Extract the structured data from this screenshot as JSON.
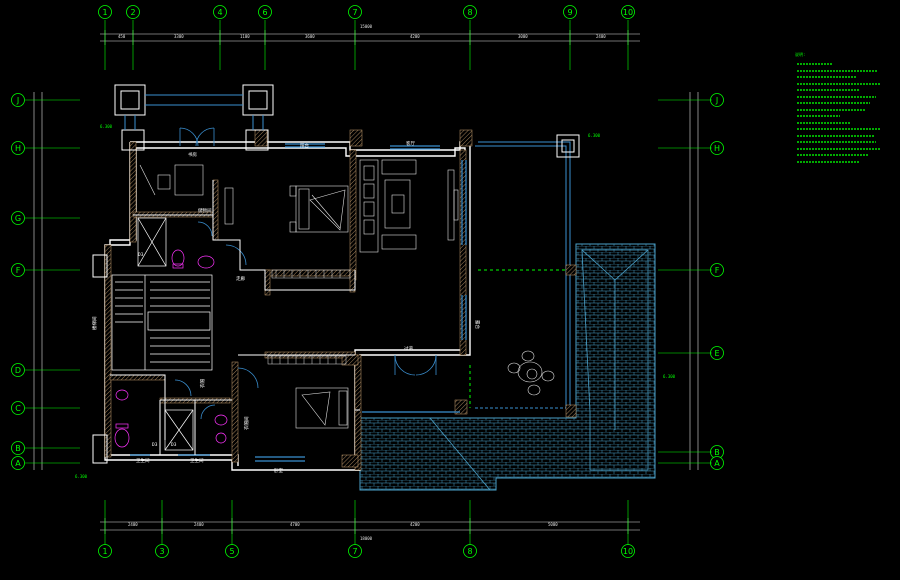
{
  "colors": {
    "background": "#000000",
    "axis": "#00ff00",
    "wall": "#ffffff",
    "hatch": "#c8a070",
    "glass": "#3a8fd0",
    "roof": "#4aa0c8",
    "furniture": "#e0e0e0",
    "fixture_magenta": "#ff33ff",
    "dimension": "#e0e0e0"
  },
  "axes": {
    "top": [
      "1",
      "2",
      "4",
      "6",
      "7",
      "8",
      "9",
      "10"
    ],
    "bottom": [
      "1",
      "3",
      "5",
      "7",
      "8",
      "10"
    ],
    "left": [
      "J",
      "H",
      "G",
      "F",
      "D",
      "C",
      "B",
      "A"
    ],
    "right": [
      "J",
      "H",
      "F",
      "E",
      "B",
      "A"
    ]
  },
  "notes_title": "说明:",
  "labels": {
    "room_stair_a": "D3",
    "room_stair_b": "D3",
    "room_stair_c": "D3"
  }
}
